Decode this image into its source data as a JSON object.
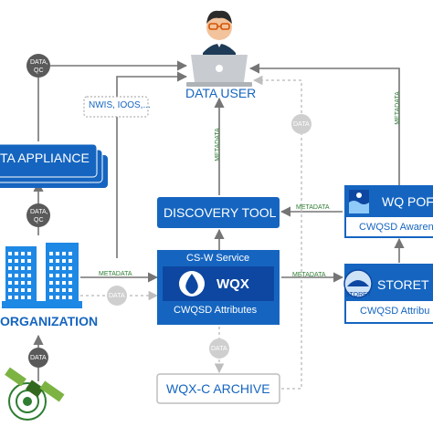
{
  "colors": {
    "primary": "#1565c0",
    "navy": "#0d47a1",
    "green": "#2e7d32",
    "gray_arrow": "#757575",
    "light_gray": "#c8c8c8",
    "dark_circle": "#5a5a5a",
    "light_circle": "#cfcfcf",
    "white": "#ffffff"
  },
  "icons": {
    "user": "person-with-laptop-icon",
    "org": "office-buildings-icon",
    "satellite": "satellite-icon",
    "wqx_logo": "water-drop-icon",
    "storet_logo": "storet-logo-icon",
    "wq_portal_logo": "water-waves-icon"
  },
  "nodes": {
    "data_user": "DATA USER",
    "appliance": "TA APPLIANCE",
    "organization": "ORGANIZATION",
    "nwis": "NWIS, IOOS,...",
    "discovery": "DISCOVERY TOOL",
    "csw": "CS-W Service",
    "wqx": "WQX",
    "wqx_attr": "CWQSD Attributes",
    "storet": "STORET",
    "storet_attr": "CWQSD Attribu",
    "portal": "WQ POF",
    "portal_attr": "CWQSD Awaren",
    "archive": "WQX-C ARCHIVE"
  },
  "badges": {
    "data_qc_top_1": "DATA,",
    "data_qc_top_2": "QC",
    "data_qc_mid_1": "DATA,",
    "data_qc_mid_2": "QC",
    "data_sat": "DATA",
    "data_org": "DATA",
    "data_wqx": "DATA",
    "data_user_right": "DATA"
  },
  "edge_labels": {
    "meta_discovery_up": "METADATA",
    "meta_portal_up": "METADATA",
    "meta_portal_discovery": "METADATA",
    "meta_org_wqx": "METADATA",
    "meta_wqx_storet": "METADATA"
  }
}
